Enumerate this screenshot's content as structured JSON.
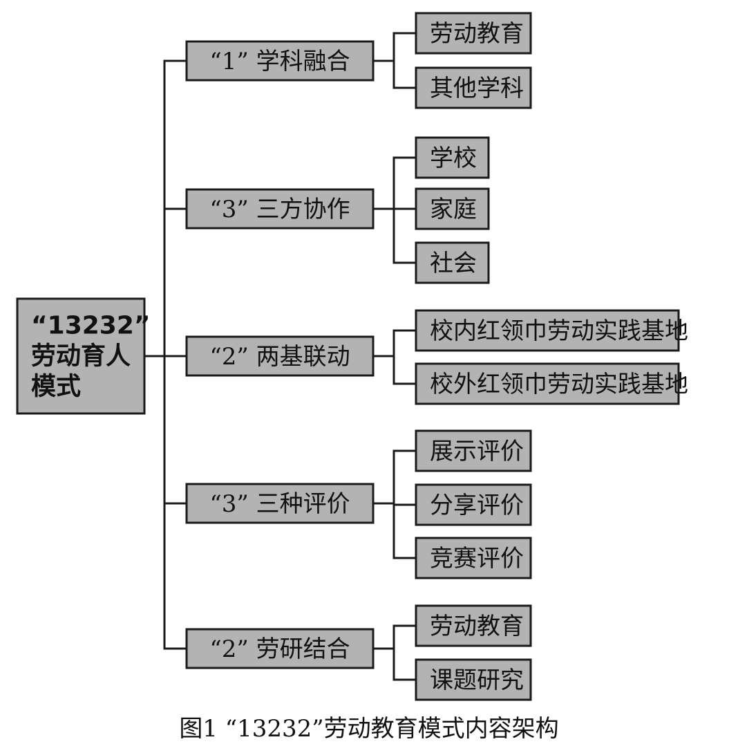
{
  "root": {
    "lines": [
      "“13232”",
      "劳动育人",
      "模式"
    ]
  },
  "branches": [
    {
      "label": "“1” 学科融合",
      "children": [
        "劳动教育",
        "其他学科"
      ]
    },
    {
      "label": "“3” 三方协作",
      "children": [
        "学校",
        "家庭",
        "社会"
      ]
    },
    {
      "label": "“2” 两基联动",
      "children": [
        "校内红领巾劳动实践基地",
        "校外红领巾劳动实践基地"
      ]
    },
    {
      "label": "“3” 三种评价",
      "children": [
        "展示评价",
        "分享评价",
        "竞赛评价"
      ]
    },
    {
      "label": "“2” 劳研结合",
      "children": [
        "劳动教育",
        "课题研究"
      ]
    }
  ],
  "caption": "图1 “13232”劳动教育模式内容架构"
}
